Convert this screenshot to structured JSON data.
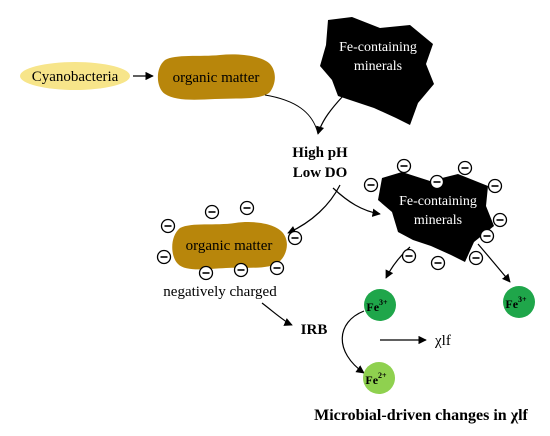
{
  "nodes": {
    "cyanobacteria": "Cyanobacteria",
    "organic_matter_top": "organic matter",
    "minerals_top_line1": "Fe-containing",
    "minerals_top_line2": "minerals",
    "condition_line1": "High pH",
    "condition_line2": "Low DO",
    "minerals_mid_line1": "Fe-containing",
    "minerals_mid_line2": "minerals",
    "organic_matter_mid": "organic matter",
    "negatively_charged": "negatively charged",
    "irb": "IRB",
    "fe3_left_base": "Fe",
    "fe3_left_sup": "3+",
    "fe3_right_base": "Fe",
    "fe3_right_sup": "3+",
    "fe2_base": "Fe",
    "fe2_sup": "2+",
    "chi_lf": "χlf",
    "title": "Microbial-driven changes in χlf"
  },
  "charge_symbol": "−",
  "colors": {
    "cyanobacteria_fill": "#f7e58a",
    "organic_fill": "#b8860b",
    "mineral_fill": "#000000",
    "fe3_fill": "#1fa64a",
    "fe2_fill": "#8fd14f"
  }
}
